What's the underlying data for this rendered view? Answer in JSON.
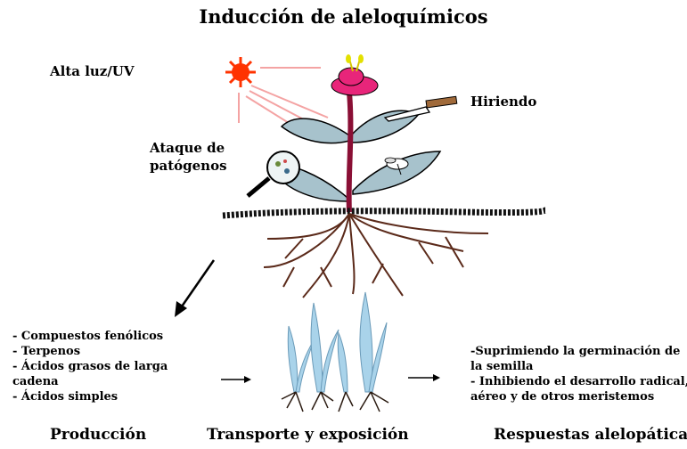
{
  "title": "Inducción de aleloquímicos",
  "labels": {
    "light": "Alta luz/UV",
    "wounding": "Hiriendo",
    "pathogen_line1": "Ataque de",
    "pathogen_line2": "patógenos"
  },
  "production_list": [
    "- Compuestos fenólicos",
    "- Terpenos",
    "- Ácidos grasos de larga",
    "cadena",
    "- Ácidos simples"
  ],
  "responses_list": [
    "-Suprimiendo la germinación de",
    "la semilla",
    "- Inhibiendo el desarrollo radical,",
    "aéreo y de otros meristemos"
  ],
  "bottom_labels": {
    "production": "Producción",
    "transport": "Transporte y exposición",
    "responses": "Respuestas alelopáticas"
  },
  "colors": {
    "sun": "#ff3300",
    "sun_rays": "#f4a3a3",
    "flower": "#e8257a",
    "stem": "#8a0f35",
    "leaf": "#a7c2cc",
    "root": "#5b2a1a",
    "soil": "#111111",
    "seedling": "#a9d3ea"
  },
  "icons": [
    "sun-icon",
    "knife-icon",
    "magnifier-icon",
    "insect-icon"
  ]
}
